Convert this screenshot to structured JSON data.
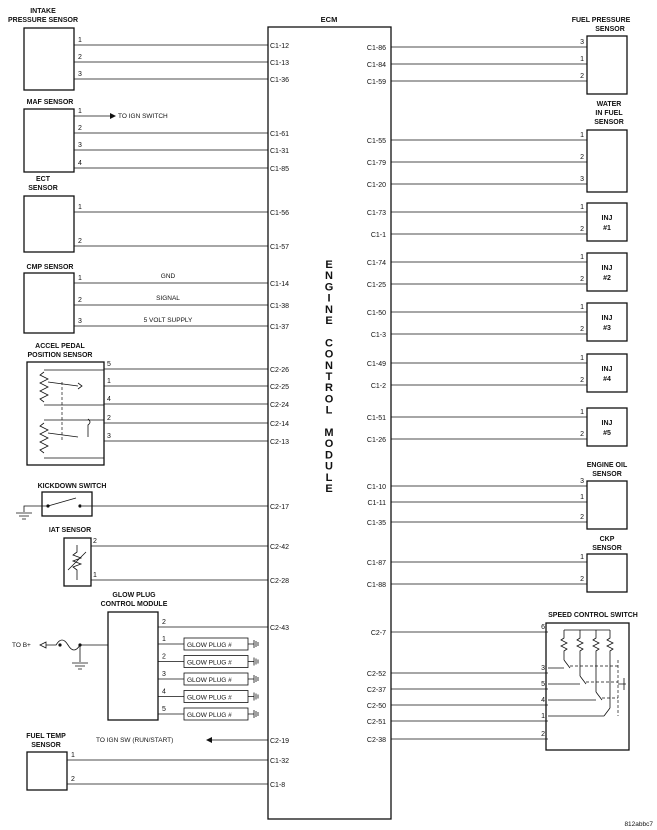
{
  "ecm": {
    "title": "ECM",
    "vertical_label": [
      "E",
      "N",
      "G",
      "I",
      "N",
      "E",
      "",
      "C",
      "O",
      "N",
      "T",
      "R",
      "O",
      "L",
      "",
      "M",
      "O",
      "D",
      "U",
      "L",
      "E"
    ]
  },
  "left_components": [
    {
      "id": "intake-pressure-sensor",
      "title": [
        "INTAKE",
        "PRESSURE SENSOR"
      ],
      "pins": [
        {
          "n": "1",
          "c": "C1-12"
        },
        {
          "n": "2",
          "c": "C1-13"
        },
        {
          "n": "3",
          "c": "C1-36"
        }
      ]
    },
    {
      "id": "maf-sensor",
      "title": [
        "MAF SENSOR"
      ],
      "pins": [
        {
          "n": "1",
          "c": ""
        },
        {
          "n": "2",
          "c": "C1-61"
        },
        {
          "n": "3",
          "c": "C1-31"
        },
        {
          "n": "4",
          "c": "C1-85"
        }
      ],
      "note": "TO IGN SWITCH"
    },
    {
      "id": "ect-sensor",
      "title": [
        "ECT",
        "SENSOR"
      ],
      "pins": [
        {
          "n": "1",
          "c": "C1-56"
        },
        {
          "n": "2",
          "c": "C1-57"
        }
      ]
    },
    {
      "id": "cmp-sensor",
      "title": [
        "CMP SENSOR"
      ],
      "pins": [
        {
          "n": "1",
          "c": "C1-14",
          "w": "GND"
        },
        {
          "n": "2",
          "c": "C1-38",
          "w": "SIGNAL"
        },
        {
          "n": "3",
          "c": "C1-37",
          "w": "5 VOLT SUPPLY"
        }
      ]
    },
    {
      "id": "accel-pedal-position-sensor",
      "title": [
        "ACCEL PEDAL",
        "POSITION SENSOR"
      ],
      "pins": [
        {
          "n": "5",
          "c": "C2-26"
        },
        {
          "n": "1",
          "c": "C2-25"
        },
        {
          "n": "4",
          "c": "C2-24"
        },
        {
          "n": "2",
          "c": "C2-14"
        },
        {
          "n": "3",
          "c": "C2-13"
        }
      ]
    },
    {
      "id": "kickdown-switch",
      "title": [
        "KICKDOWN SWITCH"
      ],
      "pins": [
        {
          "n": "",
          "c": "C2-17"
        }
      ]
    },
    {
      "id": "iat-sensor",
      "title": [
        "IAT SENSOR"
      ],
      "pins": [
        {
          "n": "2",
          "c": "C2-42"
        },
        {
          "n": "1",
          "c": "C2-28"
        }
      ]
    },
    {
      "id": "glow-plug-control-module",
      "title": [
        "GLOW PLUG",
        "CONTROL MODULE"
      ],
      "pins": [
        {
          "n": "2",
          "c": "C2-43"
        }
      ],
      "outputs": [
        "1",
        "2",
        "3",
        "4",
        "5"
      ],
      "plug_label": "GLOW PLUG #",
      "supply": "TO B+"
    },
    {
      "id": "ign-run-start",
      "note": "TO IGN SW (RUN/START)",
      "pins": [
        {
          "n": "",
          "c": "C2-19"
        }
      ]
    },
    {
      "id": "fuel-temp-sensor",
      "title": [
        "FUEL TEMP",
        "SENSOR"
      ],
      "pins": [
        {
          "n": "1",
          "c": "C1-32"
        },
        {
          "n": "2",
          "c": "C1-8"
        }
      ]
    }
  ],
  "right_components": [
    {
      "id": "fuel-pressure-sensor",
      "title": [
        "FUEL PRESSURE",
        "SENSOR"
      ],
      "pins": [
        {
          "n": "3",
          "c": "C1-86"
        },
        {
          "n": "1",
          "c": "C1-84"
        },
        {
          "n": "2",
          "c": "C1-59"
        }
      ]
    },
    {
      "id": "water-in-fuel-sensor",
      "title": [
        "WATER",
        "IN FUEL",
        "SENSOR"
      ],
      "pins": [
        {
          "n": "1",
          "c": "C1-55"
        },
        {
          "n": "2",
          "c": "C1-79"
        },
        {
          "n": "3",
          "c": "C1-20"
        }
      ]
    },
    {
      "id": "inj-1",
      "label": [
        "INJ",
        "#1"
      ],
      "pins": [
        {
          "n": "1",
          "c": "C1-73"
        },
        {
          "n": "2",
          "c": "C1-1"
        }
      ]
    },
    {
      "id": "inj-2",
      "label": [
        "INJ",
        "#2"
      ],
      "pins": [
        {
          "n": "1",
          "c": "C1-74"
        },
        {
          "n": "2",
          "c": "C1-25"
        }
      ]
    },
    {
      "id": "inj-3",
      "label": [
        "INJ",
        "#3"
      ],
      "pins": [
        {
          "n": "1",
          "c": "C1-50"
        },
        {
          "n": "2",
          "c": "C1-3"
        }
      ]
    },
    {
      "id": "inj-4",
      "label": [
        "INJ",
        "#4"
      ],
      "pins": [
        {
          "n": "1",
          "c": "C1-49"
        },
        {
          "n": "2",
          "c": "C1-2"
        }
      ]
    },
    {
      "id": "inj-5",
      "label": [
        "INJ",
        "#5"
      ],
      "pins": [
        {
          "n": "1",
          "c": "C1-51"
        },
        {
          "n": "2",
          "c": "C1-26"
        }
      ]
    },
    {
      "id": "engine-oil-sensor",
      "title": [
        "ENGINE OIL",
        "SENSOR"
      ],
      "pins": [
        {
          "n": "3",
          "c": "C1-10"
        },
        {
          "n": "1",
          "c": "C1-11"
        },
        {
          "n": "2",
          "c": "C1-35"
        }
      ]
    },
    {
      "id": "ckp-sensor",
      "title": [
        "CKP",
        "SENSOR"
      ],
      "pins": [
        {
          "n": "1",
          "c": "C1-87"
        },
        {
          "n": "2",
          "c": "C1-88"
        }
      ]
    },
    {
      "id": "speed-control-switch",
      "title": [
        "SPEED CONTROL SWITCH"
      ],
      "pins": [
        {
          "n": "6",
          "c": "C2-7"
        },
        {
          "n": "3",
          "c": "C2-52"
        },
        {
          "n": "5",
          "c": "C2-37"
        },
        {
          "n": "4",
          "c": "C2-50"
        },
        {
          "n": "1",
          "c": "C2-51"
        },
        {
          "n": "2",
          "c": "C2-38"
        }
      ]
    }
  ],
  "footer_code": "812abbc7"
}
